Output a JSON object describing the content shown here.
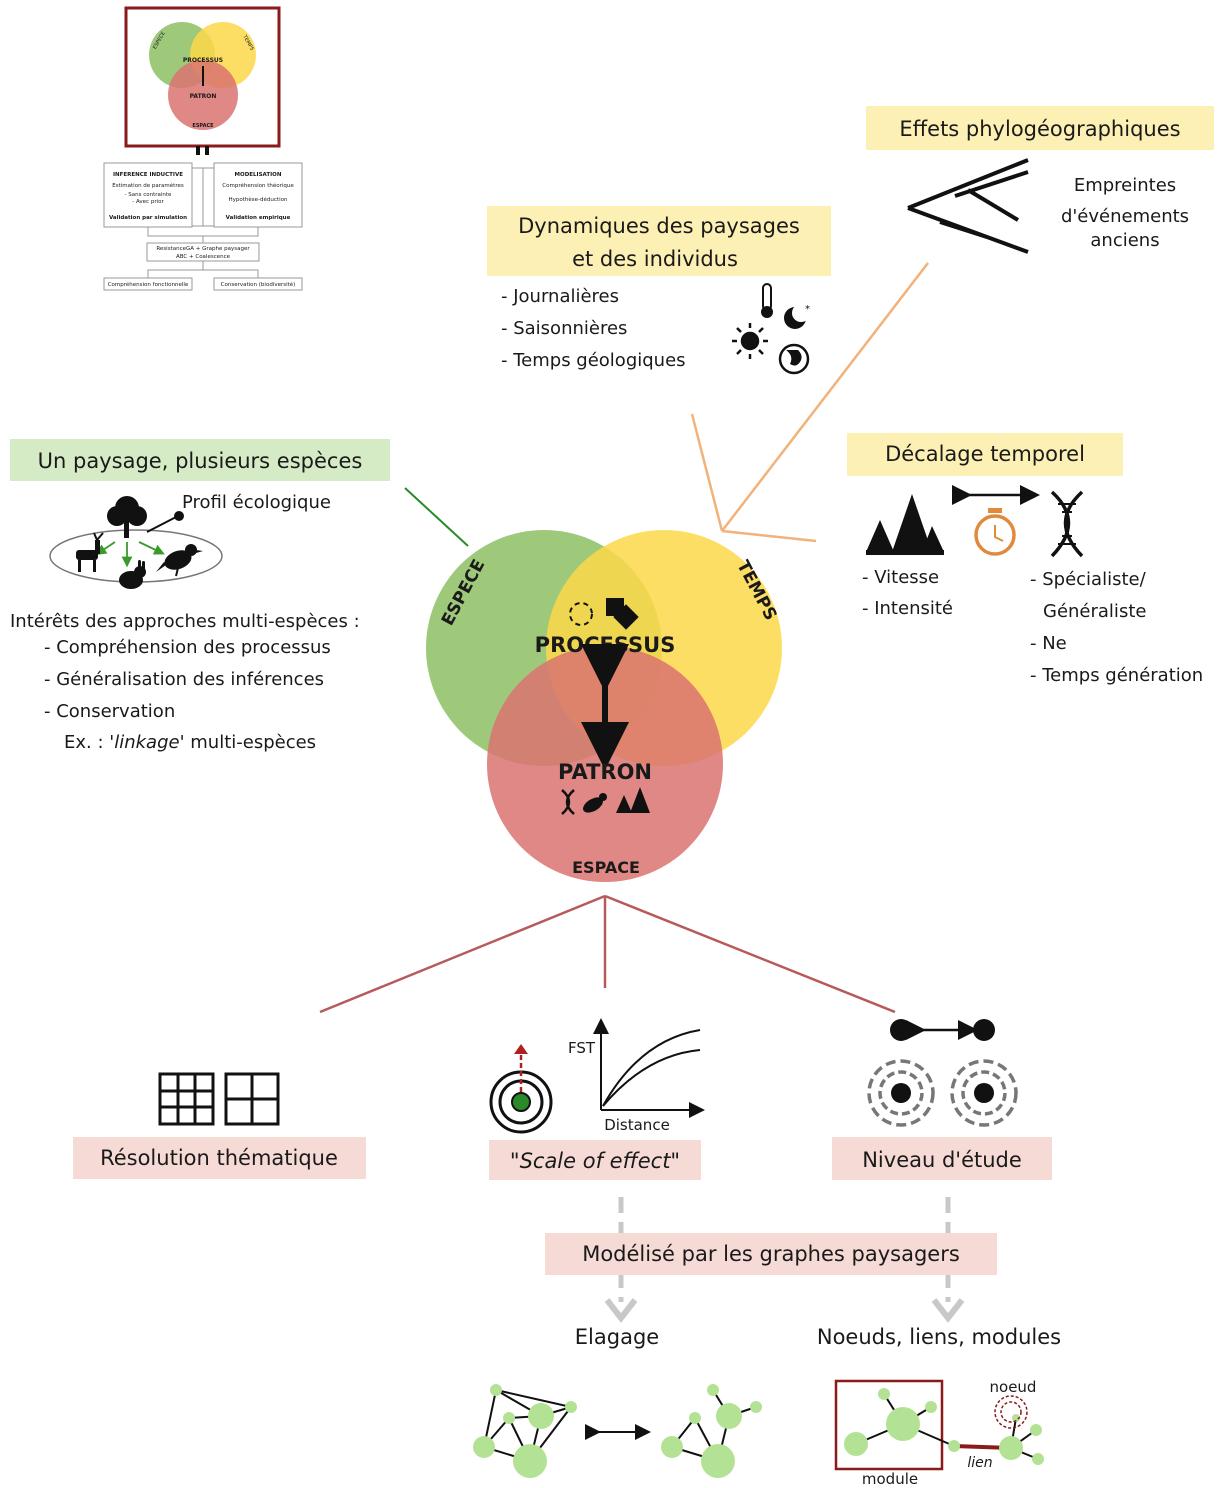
{
  "thumbnail": {
    "especes": "ESPECE",
    "temps": "TEMPS",
    "processus": "PROCESSUS",
    "patron": "PATRON",
    "espace": "ESPACE",
    "left_box_title": "INFERENCE INDUCTIVE",
    "left_box_l1": "Estimation de paramètres",
    "left_box_l2": "- Sans contrainte",
    "left_box_l3": "- Avec prior",
    "left_box_l4": "Validation par simulation",
    "right_box_title": "MODELISATION",
    "right_box_l1": "Compréhension théorique",
    "right_box_l2": "Hypothèse-déduction",
    "right_box_l3": "Validation empirique",
    "mid_box_l1": "ResistanceGA + Graphe paysager",
    "mid_box_l2": "ABC + Coalescence",
    "bottom_left": "Compréhension fonctionnelle",
    "bottom_right": "Conservation (biodiversité)"
  },
  "phylo": {
    "title": "Effets phylogéographiques",
    "desc_l1": "Empreintes",
    "desc_l2": "d'événements",
    "desc_l3": "anciens"
  },
  "dynamics": {
    "title_l1": "Dynamiques des paysages",
    "title_l2": "et des individus",
    "items": [
      "- Journalières",
      "- Saisonnières",
      "- Temps géologiques"
    ]
  },
  "multi_species": {
    "title": "Un paysage, plusieurs espèces",
    "profile_label": "Profil écologique",
    "interest_title": "Intérêts des approches multi-espèces :",
    "items": [
      "- Compréhension des processus",
      "- Généralisation des inférences",
      "- Conservation"
    ],
    "example_prefix": "Ex. : '",
    "example_italic": "linkage",
    "example_suffix": "' multi-espèces"
  },
  "time_lag": {
    "title": "Décalage temporel",
    "left_items": [
      "- Vitesse",
      "- Intensité"
    ],
    "right_items": [
      "- Spécialiste/",
      "Généraliste",
      "- Ne",
      "- Temps génération"
    ]
  },
  "venn": {
    "espece": "ESPECE",
    "temps": "TEMPS",
    "espace": "ESPACE",
    "processus": "PROCESSUS",
    "patron": "PATRON"
  },
  "resolution": {
    "label": "Résolution thématique"
  },
  "scale": {
    "label": "\"Scale of effect\"",
    "fst": "FST",
    "distance": "Distance"
  },
  "level": {
    "label": "Niveau d'étude"
  },
  "modeled": {
    "label": "Modélisé par les graphes paysagers"
  },
  "pruning": {
    "label": "Elagage"
  },
  "graph_parts": {
    "label": "Noeuds, liens, modules",
    "node": "noeud",
    "link": "lien",
    "module": "module"
  },
  "colors": {
    "green_circle": "#8dc064",
    "yellow_circle": "#fdd84a",
    "red_circle": "#d97370",
    "green_bg": "#d5ebc6",
    "yellow_bg": "#fdf0b4",
    "pink_bg": "#f5dad6",
    "dark_red": "#8b1a1a",
    "orange": "#e08a3c",
    "node_green": "#b4e295"
  }
}
